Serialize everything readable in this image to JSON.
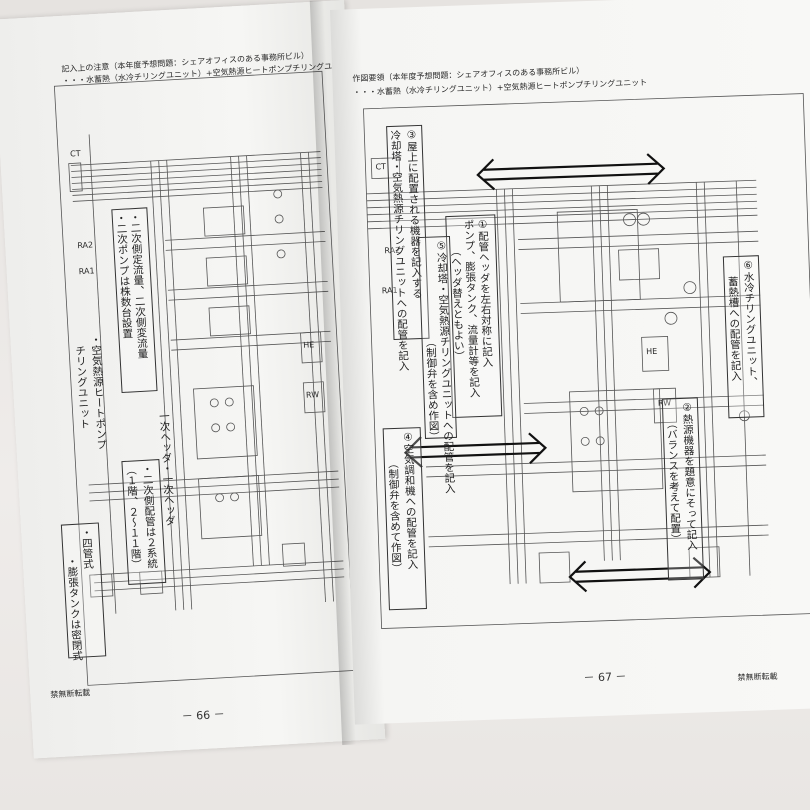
{
  "left_page": {
    "header_line1": "記入上の注意（本年度予想問題：シェアオフィスのある事務所ビル）",
    "header_line2": "・・・水蓄熱（水冷チリングユニット）+空気熱源ヒートポンプチリングユニット",
    "note_heatpump_1": "・空気熱源ヒートポンプ",
    "note_heatpump_2": "チリングユニット",
    "note_secondary_1": "・二次側定流量、二次側変流量",
    "note_secondary_2": "・二次ポンプは株数台設置",
    "note_header_1": "一次ヘッダ・一次ヘッダ",
    "note_piping_1": "・二次側配管は２系統",
    "note_piping_2": "（１階、２～１１階）",
    "note_tank_1": "・四管式",
    "note_tank_2": "・膨張タンクは密閉式",
    "labels": [
      "RA1",
      "RA2",
      "CT",
      "HE",
      "RW"
    ],
    "footer_left": "禁無断転載",
    "page_number": "－ 66 －"
  },
  "right_page": {
    "header_line1": "作図要領（本年度予想問題：シェアオフィスのある事務所ビル）",
    "header_line2": "・・・水蓄熱（水冷チリングユニット）+空気熱源ヒートポンプチリングユニット",
    "note3_1": "③屋上に配置される機器を記入する",
    "note3_2": "冷却塔・空気熱源チリングユニットへの配管を記入",
    "note1_1": "①配管ヘッダを左右対称に記入",
    "note1_2": "ポンプ、膨張タンク、流量計等を記入",
    "note1_3": "（ヘッダ替えともよい）",
    "note5_1": "⑤冷却塔・空気熱源チリングユニットへの配管を記入",
    "note5_2": "（制御弁を含め作図）",
    "note4_1": "④空気調和機への配管を記入",
    "note4_2": "（制御弁を含めて作図）",
    "note2_1": "②熱源機器を題意にそって記入",
    "note2_2": "（バランスを考えて配置）",
    "note6_1": "⑥水冷チリングユニット、",
    "note6_2": "蓄熱槽への配管を記入",
    "labels": [
      "RA1",
      "RA2",
      "CT",
      "HE",
      "RW"
    ],
    "footer_right": "禁無断転載",
    "page_number": "－ 67 －"
  }
}
